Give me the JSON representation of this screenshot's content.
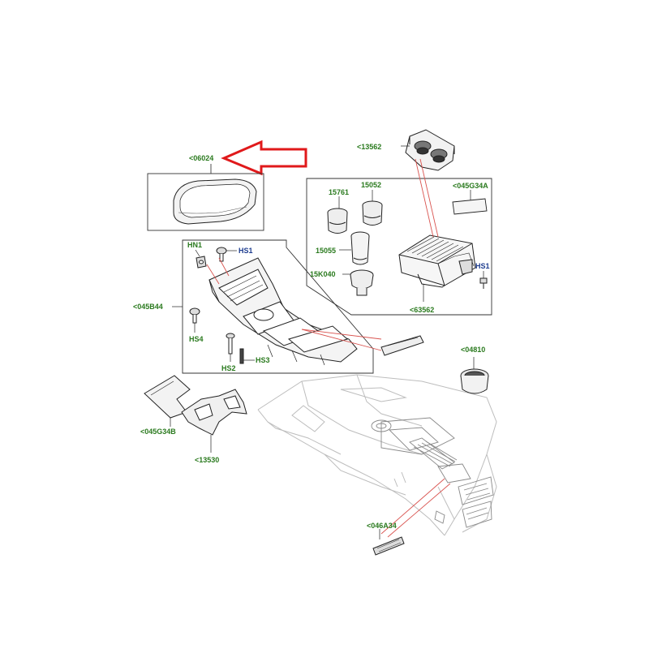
{
  "colors": {
    "part_label": "#2a7a1e",
    "hardware_label": "#1d3c8f",
    "highlight_arrow": "#e0191b",
    "leader_red": "#d9534f",
    "line_art": "#222222",
    "ghost_line": "#bdbdbd"
  },
  "labels": {
    "armrest_lid": "<06024",
    "cupholder_top": "<13562",
    "cover_pad": "<045G34A",
    "holder_15761": "15761",
    "holder_15052": "15052",
    "holder_15055": "15055",
    "holder_15k040": "15K040",
    "storage_bin": "<63562",
    "hs1_right": "HS1",
    "hn1": "HN1",
    "hs1_left": "HS1",
    "console_frame": "<045B44",
    "hs4": "HS4",
    "hs2": "HS2",
    "hs3": "HS3",
    "cup_04810": "<04810",
    "trim_panel": "<045G34B",
    "bracket": "<13530",
    "vent_strip": "<046A34"
  },
  "icons": {
    "highlight": "arrow-left-outline-icon"
  }
}
